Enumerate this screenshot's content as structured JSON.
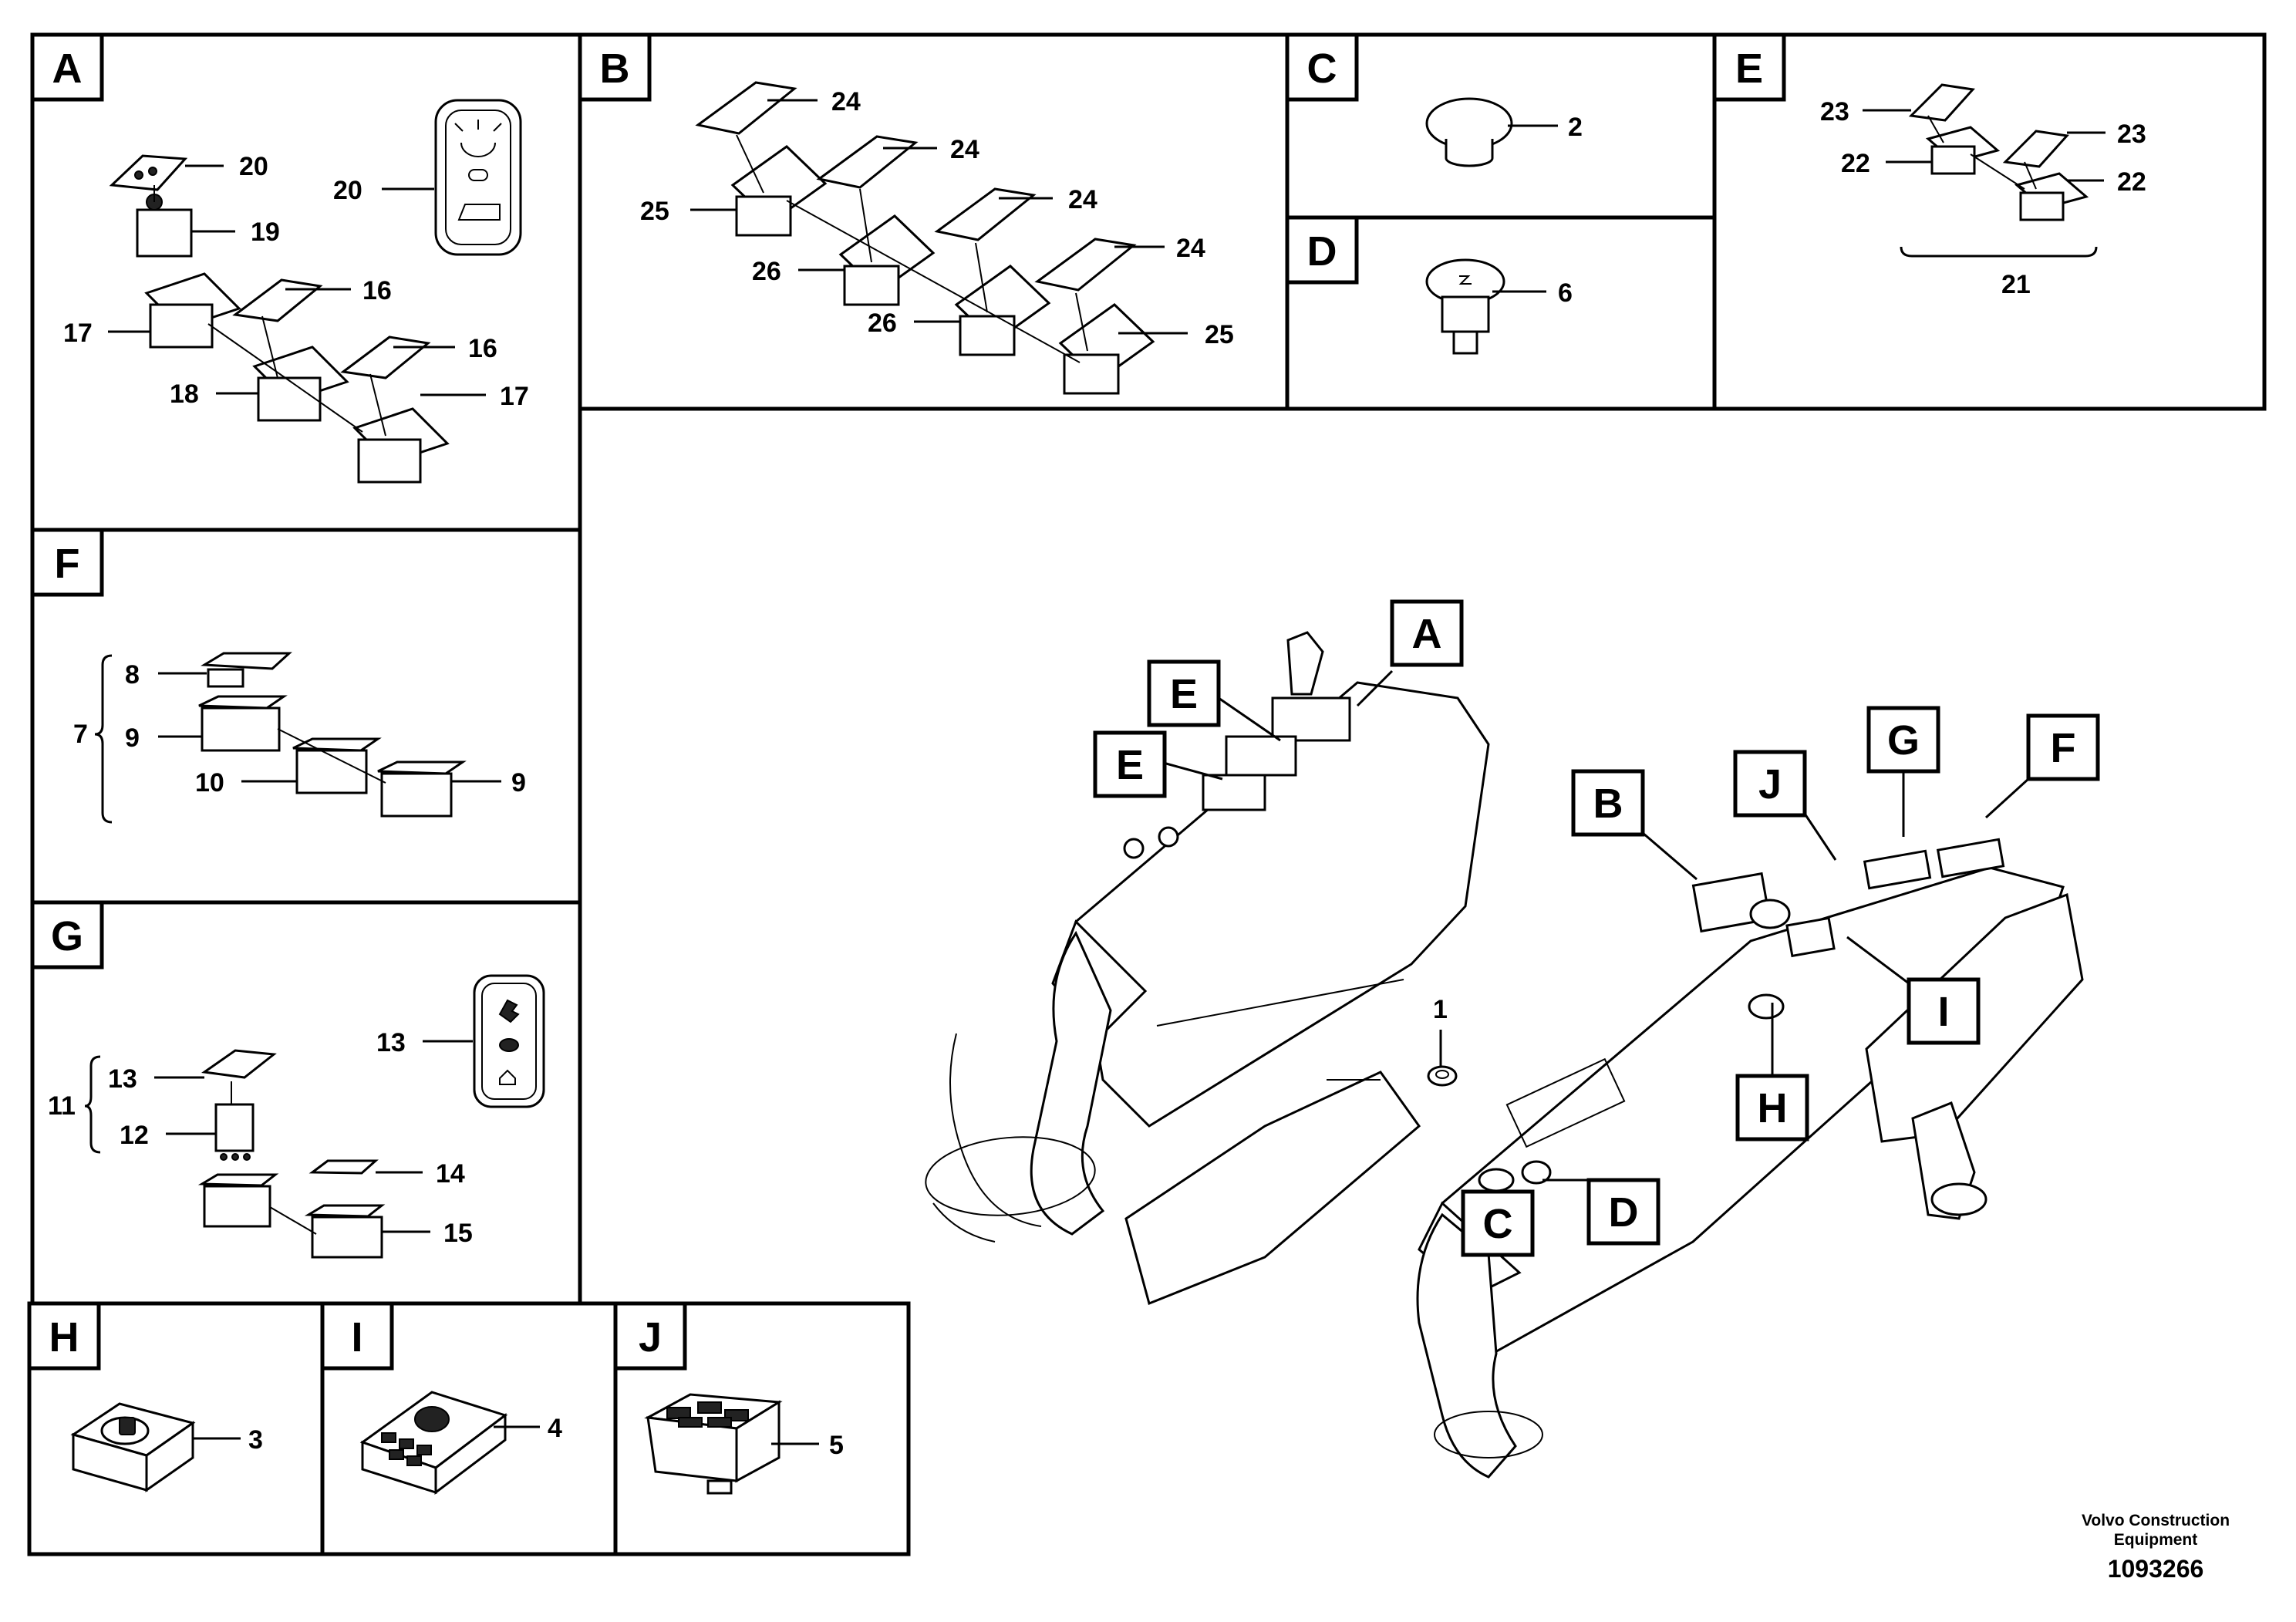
{
  "sections": {
    "A": {
      "label": "A",
      "callouts": [
        "20",
        "20",
        "19",
        "16",
        "17",
        "16",
        "18",
        "17"
      ]
    },
    "B": {
      "label": "B",
      "callouts": [
        "24",
        "24",
        "24",
        "25",
        "26",
        "24",
        "26",
        "25"
      ]
    },
    "C": {
      "label": "C",
      "callouts": [
        "2"
      ]
    },
    "D": {
      "label": "D",
      "callouts": [
        "6"
      ]
    },
    "E": {
      "label": "E",
      "callouts": [
        "23",
        "23",
        "22",
        "22",
        "21"
      ]
    },
    "F": {
      "label": "F",
      "callouts": [
        "8",
        "7",
        "9",
        "10",
        "9"
      ]
    },
    "G": {
      "label": "G",
      "callouts": [
        "13",
        "13",
        "11",
        "12",
        "14",
        "15"
      ]
    },
    "H": {
      "label": "H",
      "callouts": [
        "3"
      ]
    },
    "I": {
      "label": "I",
      "callouts": [
        "4"
      ]
    },
    "J": {
      "label": "J",
      "callouts": [
        "5"
      ]
    }
  },
  "main_view": {
    "tags": [
      "A",
      "E",
      "E",
      "B",
      "J",
      "G",
      "F",
      "I",
      "H",
      "C",
      "D"
    ],
    "callout_1": "1"
  },
  "footer": {
    "credit_line1": "Volvo Construction",
    "credit_line2": "Equipment",
    "part_number": "1093266"
  }
}
